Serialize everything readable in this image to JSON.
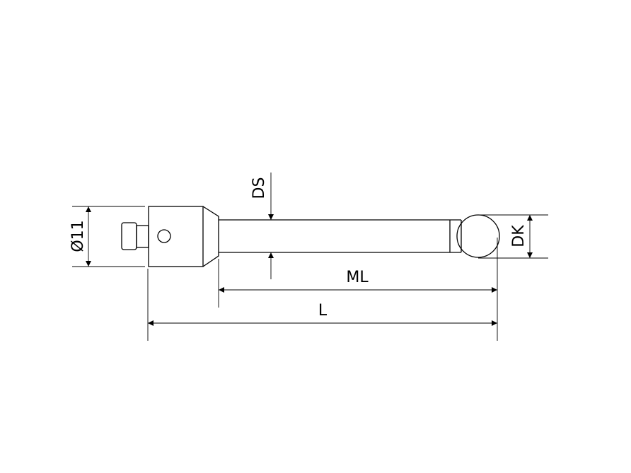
{
  "drawing": {
    "labels": {
      "shank_diameter": "Ø11",
      "stem_diameter": "DS",
      "ball_diameter": "DK",
      "measuring_length": "ML",
      "total_length": "L"
    },
    "line_color": "#000000",
    "background": "#ffffff"
  }
}
